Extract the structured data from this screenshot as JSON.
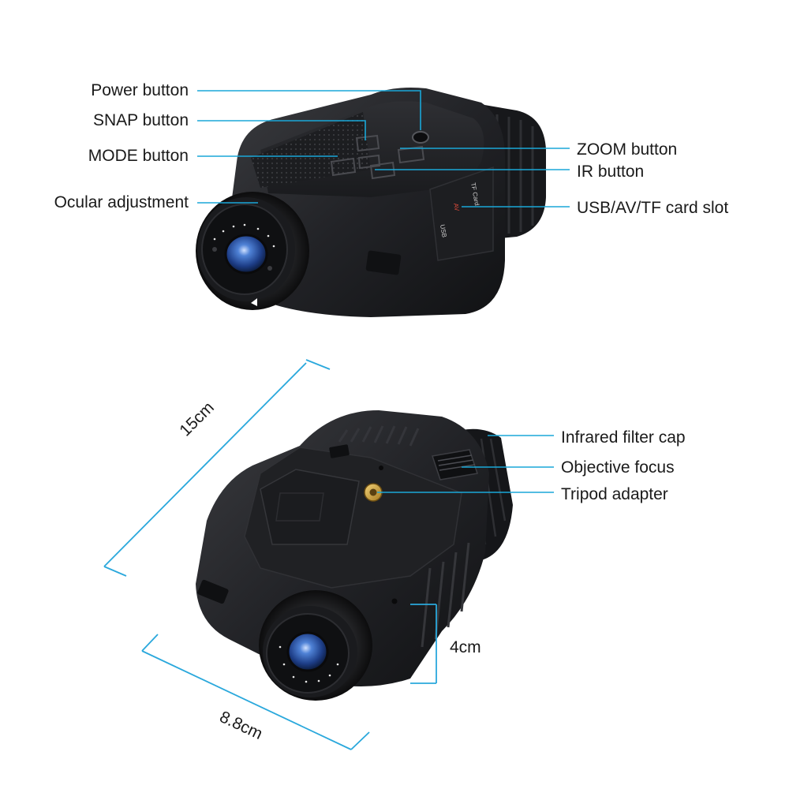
{
  "callouts_top": {
    "power": "Power button",
    "snap": "SNAP button",
    "mode": "MODE button",
    "ocular": "Ocular adjustment",
    "zoom": "ZOOM button",
    "ir": "IR button",
    "slot": "USB/AV/TF card slot"
  },
  "device_markings": {
    "usb": "USB",
    "av": "AV",
    "tf": "TF Card"
  },
  "callouts_bottom": {
    "filter": "Infrared filter cap",
    "focus": "Objective focus",
    "tripod": "Tripod adapter"
  },
  "dimensions": {
    "length": "15cm",
    "width": "8.8cm",
    "height": "4cm"
  },
  "colors": {
    "leader": "#1aa7d8",
    "dimension": "#2aa8dc",
    "body": "#1b1c1f",
    "lens": "#2b5fb5"
  }
}
